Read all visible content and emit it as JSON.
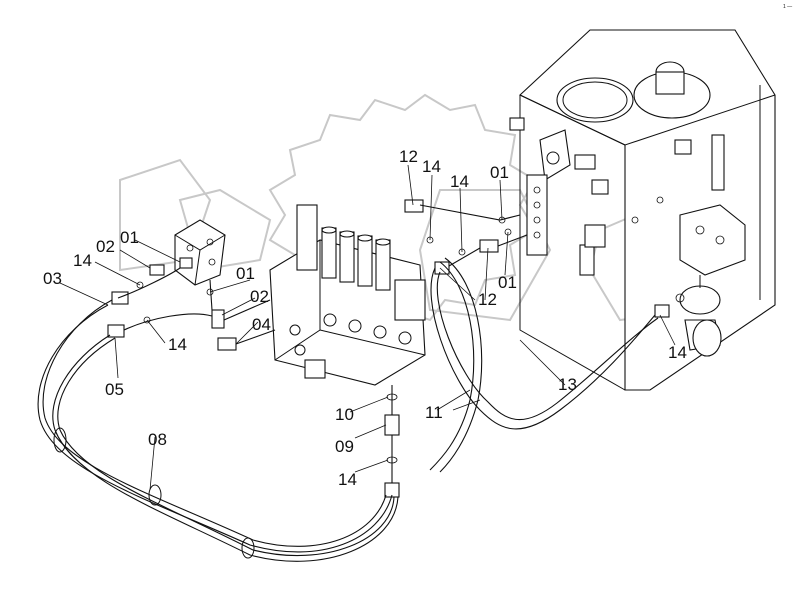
{
  "diagram": {
    "corner_mark": "1 —",
    "watermark_color": "#c8c8c8",
    "line_color": "#111111",
    "background": "#ffffff"
  },
  "labels": {
    "l01a": "01",
    "l01b": "01",
    "l01c": "01",
    "l01d": "01",
    "l02a": "02",
    "l02b": "02",
    "l03": "03",
    "l04": "04",
    "l05": "05",
    "l08": "08",
    "l09": "09",
    "l10": "10",
    "l11": "11",
    "l12a": "12",
    "l12b": "12",
    "l13": "13",
    "l14a": "14",
    "l14b": "14",
    "l14c": "14",
    "l14d": "14",
    "l14e": "14"
  }
}
